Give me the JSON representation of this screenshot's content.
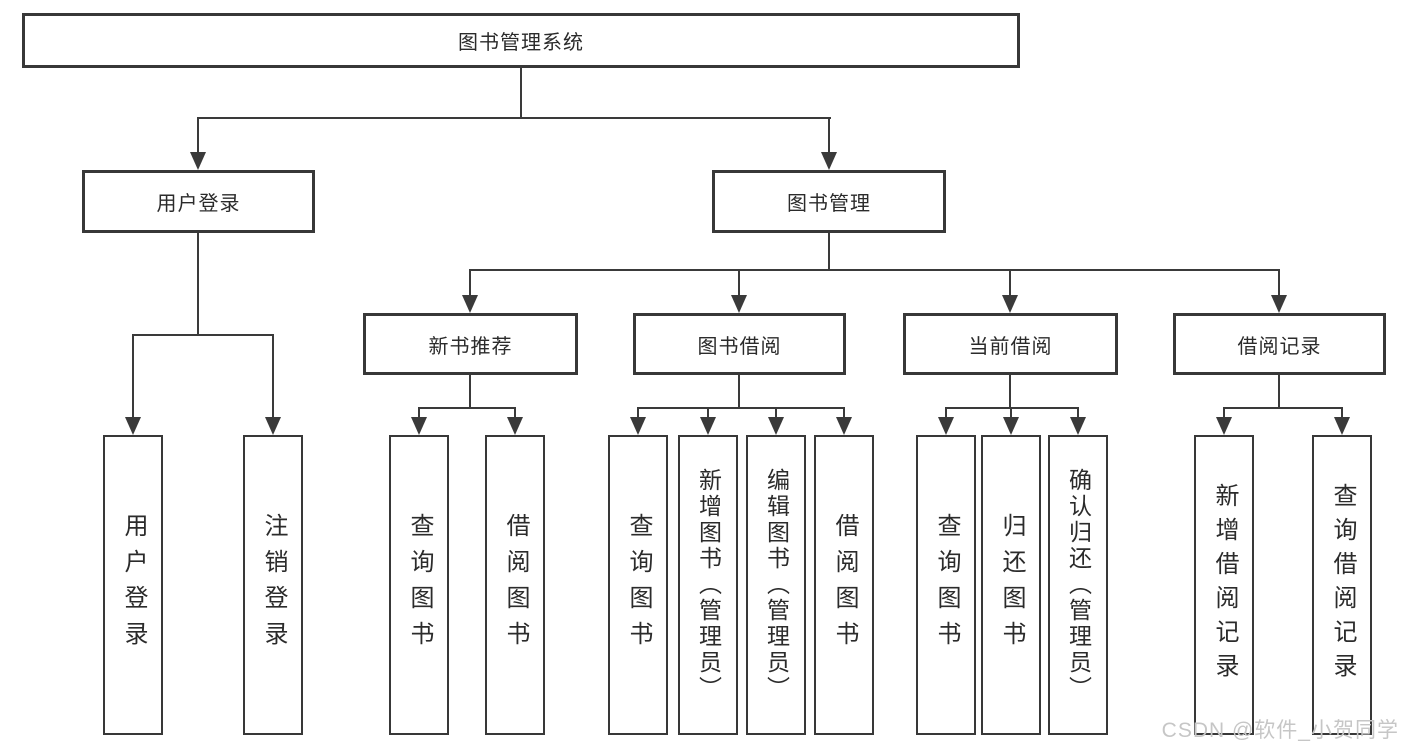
{
  "diagram": {
    "root": {
      "label": "图书管理系统"
    },
    "level2": {
      "user_login": {
        "label": "用户登录"
      },
      "book_management": {
        "label": "图书管理"
      }
    },
    "level3": {
      "new_book_recommend": {
        "label": "新书推荐"
      },
      "book_borrowing": {
        "label": "图书借阅"
      },
      "current_borrowing": {
        "label": "当前借阅"
      },
      "borrowing_records": {
        "label": "借阅记录"
      }
    },
    "leaves": {
      "user_login": {
        "label": "用户登录"
      },
      "logout": {
        "label": "注销登录"
      },
      "query_books_recommend": {
        "label": "查询图书"
      },
      "borrow_books_recommend": {
        "label": "借阅图书"
      },
      "query_books_borrowing": {
        "label": "查询图书"
      },
      "add_books_admin": {
        "label": "新增图书（管理员）"
      },
      "edit_books_admin": {
        "label": "编辑图书（管理员）"
      },
      "borrow_books_borrowing": {
        "label": "借阅图书"
      },
      "query_books_current": {
        "label": "查询图书"
      },
      "return_books": {
        "label": "归还图书"
      },
      "confirm_return_admin": {
        "label": "确认归还（管理员）"
      },
      "add_borrow_record": {
        "label": "新增借阅记录"
      },
      "query_borrow_record": {
        "label": "查询借阅记录"
      }
    }
  },
  "watermark": {
    "text": "CSDN @软件_小贺同学"
  },
  "colors": {
    "background": "#ffffff",
    "box_fill": "#ffffff",
    "box_border": "#383838",
    "line": "#3a3a3a",
    "text": "#2b2b2b",
    "watermark": "#c6c6c6"
  }
}
